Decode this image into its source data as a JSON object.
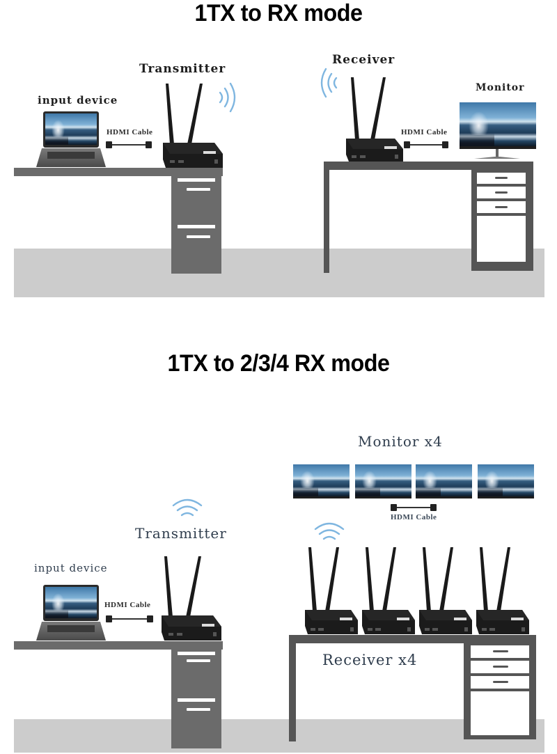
{
  "diagram": {
    "title": "Wireless HDMI Extender connection modes",
    "colors": {
      "floor": "#cccccc",
      "desk": "#6b6b6b",
      "desk_frame": "#555555",
      "wifi_signal": "#7fb6e0",
      "device_body": "#1b1b1b",
      "label_dark": "#1e1e1e",
      "label_blue": "#2f3d4d"
    },
    "sections": [
      {
        "heading": "1TX to RX mode",
        "labels": {
          "input_device": "input device",
          "transmitter": "Transmitter",
          "receiver": "Receiver",
          "monitor": "Monitor",
          "cable_left": "HDMI Cable",
          "cable_right": "HDMI Cable"
        },
        "transmitter_count": 1,
        "receiver_count": 1,
        "monitor_count": 1
      },
      {
        "heading": "1TX to 2/3/4 RX mode",
        "labels": {
          "input_device": "input device",
          "transmitter": "Transmitter",
          "monitor": "Monitor x4",
          "receiver": "Receiver x4",
          "cable_left": "HDMI Cable",
          "cable_right": "HDMI Cable"
        },
        "transmitter_count": 1,
        "receiver_count": 4,
        "monitor_count": 4
      }
    ],
    "icons": [
      "laptop-icon",
      "transmitter-icon",
      "receiver-icon",
      "monitor-icon",
      "hdmi-cable-icon",
      "wifi-signal-icon",
      "desk-icon"
    ]
  }
}
